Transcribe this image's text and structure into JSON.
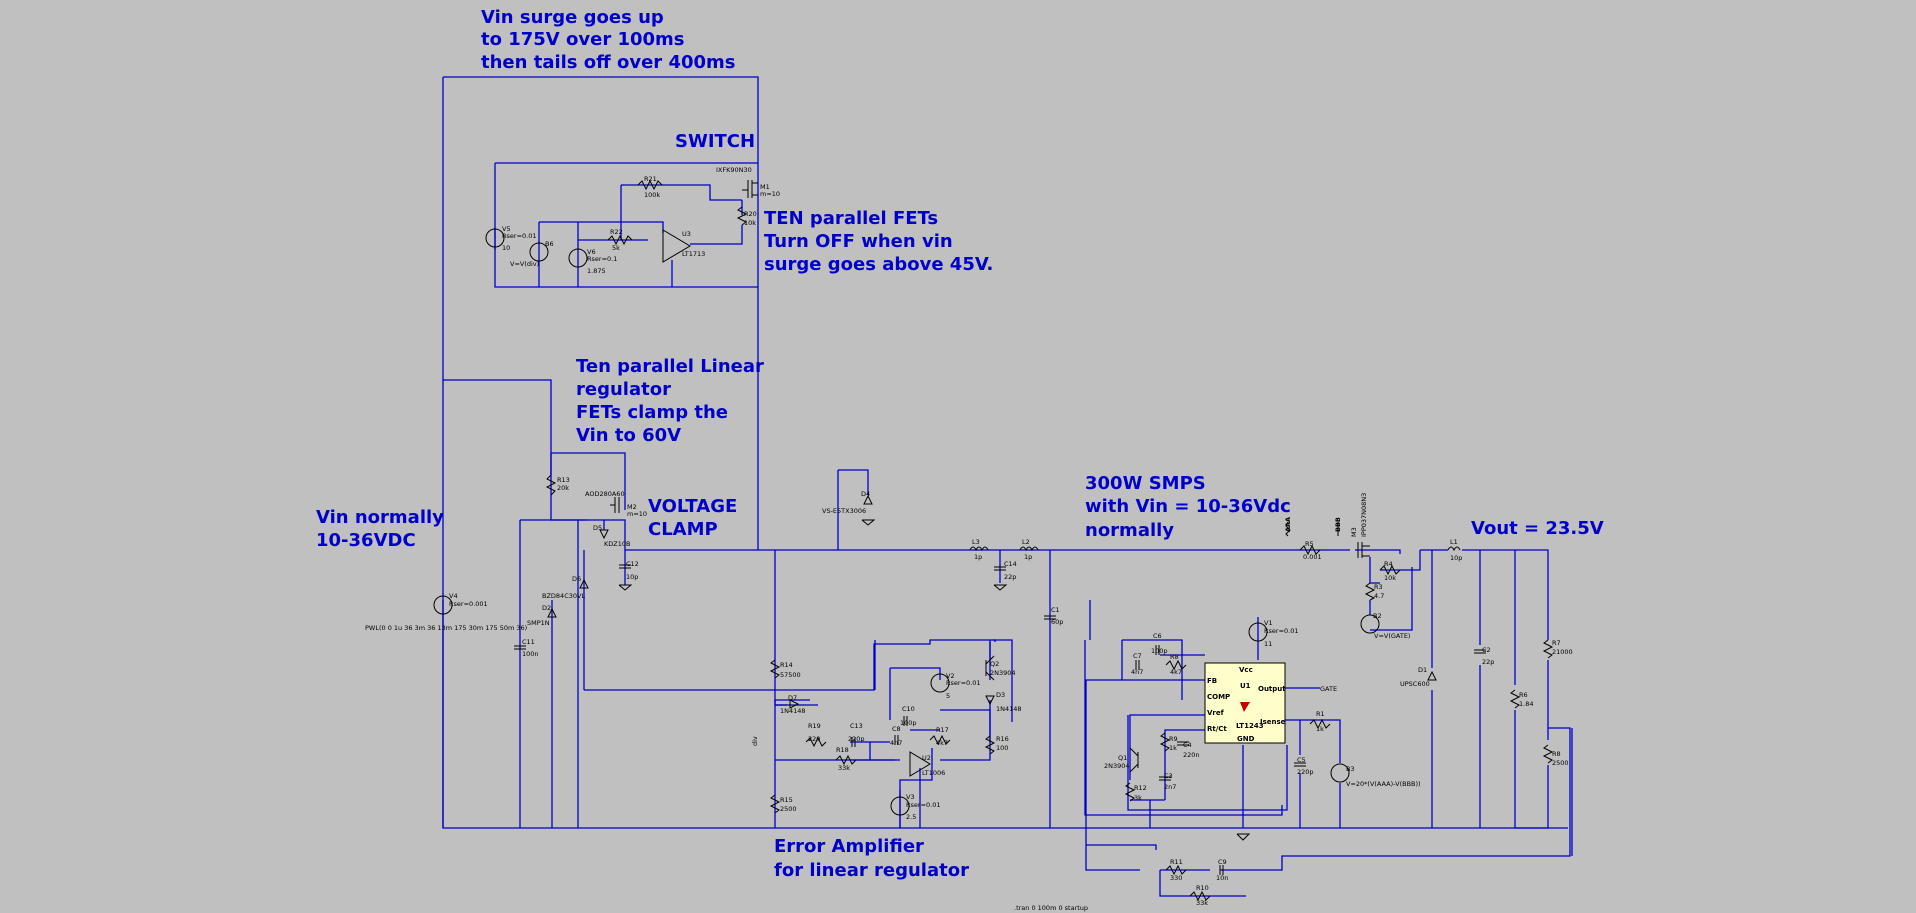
{
  "annotations": {
    "surge": [
      "Vin surge goes up",
      "to 175V over 100ms",
      "then tails off over 400ms"
    ],
    "switch": "SWITCH",
    "ten_fets": [
      "TEN parallel FETs",
      "Turn OFF when vin",
      "surge goes above 45V."
    ],
    "linear_reg": [
      "Ten parallel Linear",
      "regulator",
      "FETs clamp the",
      "Vin to 60V"
    ],
    "voltage_clamp": [
      "VOLTAGE",
      "CLAMP"
    ],
    "vin_normal": [
      "Vin normally",
      "10-36VDC"
    ],
    "smps": [
      "300W SMPS",
      "with Vin = 10-36Vdc",
      "normally"
    ],
    "vout": "Vout = 23.5V",
    "error_amp": [
      "Error Amplifier",
      "for linear regulator"
    ]
  },
  "components": {
    "m1": [
      "IXFK90N30",
      "M1",
      "m=10"
    ],
    "r21": [
      "R21",
      "100k"
    ],
    "r20": [
      "R20",
      "10k"
    ],
    "r22": [
      "R22",
      "5k"
    ],
    "u3": [
      "U3",
      "LT1713"
    ],
    "v5": [
      "V5",
      "Rser=0.01",
      "10"
    ],
    "b6": [
      "B6",
      "V=V(div)"
    ],
    "v6": [
      "V6",
      "Rser=0.1",
      "1.875"
    ],
    "r13": [
      "R13",
      "20k"
    ],
    "m2": [
      "AOD280A60",
      "M2",
      "m=10"
    ],
    "d5": [
      "D5",
      "KDZ10B"
    ],
    "c12": [
      "C12",
      "10p"
    ],
    "d6": [
      "D6"
    ],
    "d2": [
      "BZD84C30VL",
      "D2",
      "SMP1N"
    ],
    "v4": [
      "V4",
      "Rser=0.001"
    ],
    "pwl": "PWL(0 0 1u 36  3m 36 13m 175 30m 175 50m 36)",
    "c11": [
      "C11",
      "100n"
    ],
    "d4": [
      "D4",
      "VS-E5TX3006"
    ],
    "l3": [
      "L3",
      "1p"
    ],
    "l2": [
      "L2",
      "1p"
    ],
    "c14": [
      "C14",
      "22p"
    ],
    "c1": [
      "C1",
      "60p"
    ],
    "r14": [
      "R14",
      "57500"
    ],
    "q2": [
      "Q2",
      "2N3904"
    ],
    "v2": [
      "V2",
      "Rser=0.01",
      "5"
    ],
    "d3": [
      "D3",
      "1N4148"
    ],
    "d7": [
      "D7",
      "1N4148"
    ],
    "c10": [
      "C10",
      "100p"
    ],
    "r19": [
      "R19",
      "220"
    ],
    "c13": [
      "C13",
      "220p"
    ],
    "c8": [
      "C8",
      "4n7"
    ],
    "r17": [
      "R17",
      "4k7"
    ],
    "r18": [
      "R18",
      "33k"
    ],
    "u2": [
      "U2",
      "LT1006"
    ],
    "r16": [
      "R16",
      "100"
    ],
    "r15": [
      "R15",
      "2500"
    ],
    "v3": [
      "V3",
      "Rser=0.01",
      "2.5"
    ],
    "div": "div",
    "c6": [
      "C6",
      "100p"
    ],
    "c7": [
      "C7",
      "4n7"
    ],
    "r8": [
      "R8",
      "4k7"
    ],
    "v1": [
      "V1",
      "Rser=0.01",
      "11"
    ],
    "u1": [
      "FB",
      "COMP",
      "Vref",
      "Rt/Ct",
      "Vcc",
      "U1",
      "LT1243",
      "GND",
      "Output",
      "Isense"
    ],
    "gate": "GATE",
    "r1": [
      "R1",
      "1k"
    ],
    "q1": [
      "Q1",
      "2N3904"
    ],
    "r9": [
      "R9",
      "1k"
    ],
    "c4": [
      "C4",
      "220n"
    ],
    "c3": [
      "C3",
      "2n7"
    ],
    "r12": [
      "R12",
      "3k"
    ],
    "c5": [
      "C5",
      "220p"
    ],
    "b3": [
      "B3",
      "V=20*(V(AAA)-V(BBB))"
    ],
    "r5": [
      "R5",
      "0.001"
    ],
    "aaa": "AAA",
    "bbb": "BBB",
    "m3": [
      "M3",
      "IPP037N08N3"
    ],
    "r4": [
      "R4",
      "10k"
    ],
    "r3": [
      "R3",
      "4.7"
    ],
    "b2": [
      "B2",
      "V=V(GATE)"
    ],
    "d1": [
      "D1",
      "UPSC600"
    ],
    "l1": [
      "L1",
      "10p"
    ],
    "c2": [
      "C2",
      "22p"
    ],
    "r6": [
      "R6",
      "1.84"
    ],
    "r7": [
      "R7",
      "21000"
    ],
    "r8b": [
      "R8",
      "2500"
    ],
    "r11": [
      "R11",
      "330"
    ],
    "c9": [
      "C9",
      "10n"
    ],
    "r10": [
      "R10",
      "33k"
    ],
    "tran": ".tran 0 100m 0 startup"
  }
}
